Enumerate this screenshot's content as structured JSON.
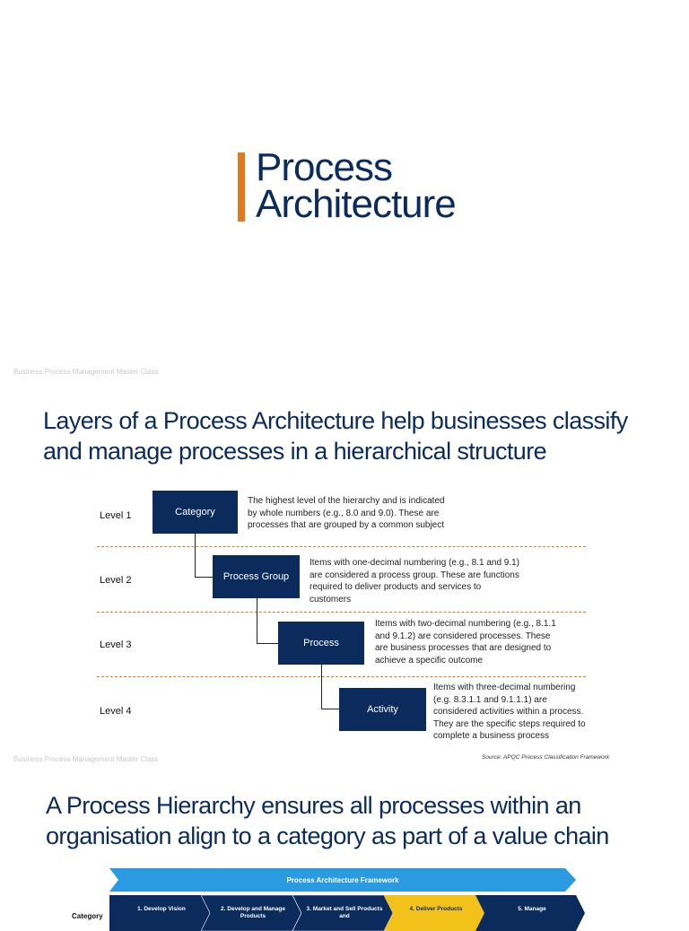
{
  "slide1": {
    "title_line1": "Process",
    "title_line2": "Architecture",
    "footer": "Business Process Management Master Class",
    "colors": {
      "accent": "#e07a1f",
      "navy": "#0b2b5c"
    }
  },
  "slide2": {
    "heading_line1": "Layers of a Process Architecture help businesses classify",
    "heading_line2": "and manage processes in a hierarchical structure",
    "levels": [
      {
        "label": "Level 1",
        "box": "Category",
        "desc": [
          "The highest level of the hierarchy and is indicated",
          "by whole numbers (e.g., 8.0 and 9.0). These are",
          "processes that are grouped by a common subject"
        ]
      },
      {
        "label": "Level 2",
        "box": "Process Group",
        "desc": [
          "Items with one-decimal numbering (e.g., 8.1 and 9.1)",
          "are considered a process group. These are functions",
          "required to deliver products and services to",
          "customers"
        ]
      },
      {
        "label": "Level 3",
        "box": "Process",
        "desc": [
          "Items with two-decimal numbering (e.g., 8.1.1",
          "and 9.1.2) are considered processes. These",
          "are business processes that are designed to",
          "achieve a specific outcome"
        ]
      },
      {
        "label": "Level 4",
        "box": "Activity",
        "desc": [
          "Items with three-decimal numbering",
          "(e.g. 8.3.1.1 and 9.1.1.1) are",
          "considered activities within a process.",
          "They are the specific steps required to",
          "complete a business process"
        ]
      }
    ],
    "source": "Source: APQC Process Classification Framework",
    "footer": "Business Process Management Master Class"
  },
  "slide3": {
    "heading_line1": "A Process Hierarchy ensures all processes within an",
    "heading_line2": "organisation  align to a category as part of a value chain",
    "framework_label": "Process Architecture Framework",
    "row_label": "Category",
    "categories": [
      {
        "label": "1. Develop Vision",
        "highlight": false
      },
      {
        "label": "2. Develop and Manage Products",
        "highlight": false
      },
      {
        "label": "3. Market and Sell Products and",
        "highlight": false
      },
      {
        "label": "4. Deliver Products",
        "highlight": true
      },
      {
        "label": "5. Manage",
        "highlight": false
      }
    ],
    "colors": {
      "banner": "#2a9be0",
      "chevron": "#0b2b5c",
      "highlight": "#f2c21b"
    }
  }
}
